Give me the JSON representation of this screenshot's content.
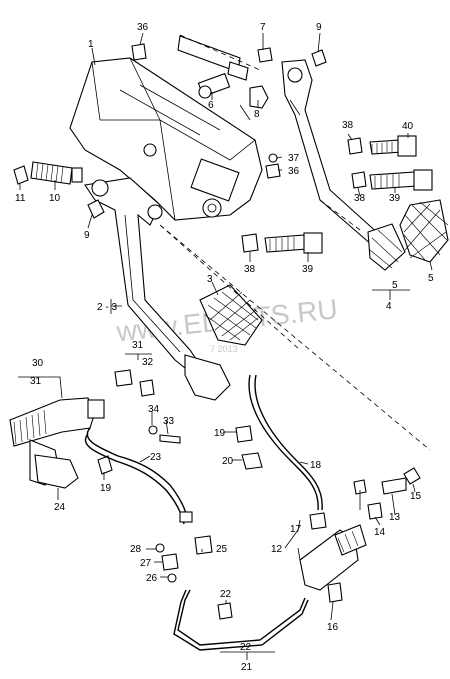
{
  "watermark": {
    "text": "www.ELCATS.RU",
    "date": "7 2013"
  },
  "callouts": {
    "c1": "1",
    "c2_3": "2 - 3",
    "c3": "3",
    "c4": "4",
    "c5a": "5",
    "c5b": "5",
    "c6": "6",
    "c7": "7",
    "c8": "8",
    "c9a": "9",
    "c9b": "9",
    "c10": "10",
    "c11": "11",
    "c12": "12",
    "c13": "13",
    "c14": "14",
    "c15": "15",
    "c16": "16",
    "c17": "17",
    "c18": "18",
    "c19a": "19",
    "c19b": "19",
    "c20": "20",
    "c21": "21",
    "c22a": "22",
    "c22b": "22",
    "c23": "23",
    "c24": "24",
    "c25": "25",
    "c26": "26",
    "c27": "27",
    "c28": "28",
    "c30": "30",
    "c31a": "31",
    "c31b": "31",
    "c32": "32",
    "c33": "33",
    "c34": "34",
    "c36a": "36",
    "c36b": "36",
    "c37": "37",
    "c38a": "38",
    "c38b": "38",
    "c38c": "38",
    "c39a": "39",
    "c39b": "39",
    "c40": "40"
  }
}
